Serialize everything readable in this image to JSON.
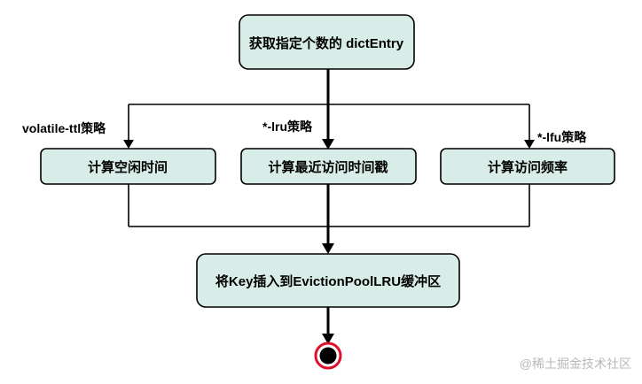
{
  "nodes": {
    "get_entries": "获取指定个数的 dictEntry",
    "calc_idle": "计算空闲时间",
    "calc_last_access": "计算最近访问时间戳",
    "calc_frequency": "计算访问频率",
    "insert_pool": "将Key插入到EvictionPoolLRU缓冲区"
  },
  "edges": {
    "volatile_ttl": "volatile-ttl策略",
    "lru": "*-lru策略",
    "lfu": "*-lfu策略"
  },
  "watermark": "@稀土掘金技术社区",
  "colors": {
    "box_fill": "#d8ede8",
    "end_ring": "#e0102a"
  }
}
